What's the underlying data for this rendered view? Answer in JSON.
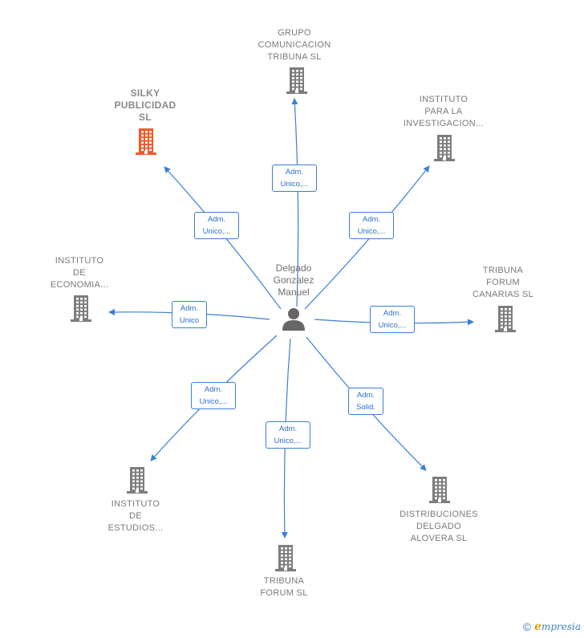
{
  "center": {
    "name_lines": [
      "Delgado",
      "Gonzalez",
      "Manuel"
    ],
    "icon": "person-icon",
    "color": "#666666"
  },
  "companies": [
    {
      "id": "grupo-comunicacion",
      "lines": [
        "GRUPO",
        "COMUNICACION",
        "TRIBUNA  SL"
      ],
      "icon": "building-icon",
      "highlight": false,
      "edge_lines": [
        "Adm.",
        "Unico,..."
      ]
    },
    {
      "id": "instituto-investigacion",
      "lines": [
        "INSTITUTO",
        "PARA LA",
        "INVESTIGACION..."
      ],
      "icon": "building-icon",
      "highlight": false,
      "edge_lines": [
        "Adm.",
        "Unico,..."
      ]
    },
    {
      "id": "silky-publicidad",
      "lines": [
        "SILKY",
        "PUBLICIDAD",
        "SL"
      ],
      "icon": "building-icon",
      "highlight": true,
      "edge_lines": [
        "Adm.",
        "Unico,..."
      ]
    },
    {
      "id": "instituto-economia",
      "lines": [
        "INSTITUTO",
        "DE",
        "ECONOMIA..."
      ],
      "icon": "building-icon",
      "highlight": false,
      "edge_lines": [
        "Adm.",
        "Unico"
      ]
    },
    {
      "id": "tribuna-forum-canarias",
      "lines": [
        "TRIBUNA",
        "FORUM",
        "CANARIAS  SL"
      ],
      "icon": "building-icon",
      "highlight": false,
      "edge_lines": [
        "Adm.",
        "Unico,..."
      ]
    },
    {
      "id": "instituto-estudios",
      "lines": [
        "INSTITUTO",
        "DE",
        "ESTUDIOS..."
      ],
      "icon": "building-icon",
      "highlight": false,
      "edge_lines": [
        "Adm.",
        "Unico,..."
      ]
    },
    {
      "id": "tribuna-forum",
      "lines": [
        "TRIBUNA",
        "FORUM SL"
      ],
      "icon": "building-icon",
      "highlight": false,
      "edge_lines": [
        "Adm.",
        "Unico,..."
      ]
    },
    {
      "id": "distribuciones-delgado",
      "lines": [
        "DISTRIBUCIONES",
        "DELGADO",
        "ALOVERA SL"
      ],
      "icon": "building-icon",
      "highlight": false,
      "edge_lines": [
        "Adm.",
        "Solid."
      ]
    }
  ],
  "colors": {
    "edge": "#3a7fd5",
    "building": "#7d7d7d",
    "building_highlight": "#f05a28"
  },
  "footer": {
    "copyright_symbol": "©",
    "brand_initial": "e",
    "brand_rest": "mpresia"
  }
}
